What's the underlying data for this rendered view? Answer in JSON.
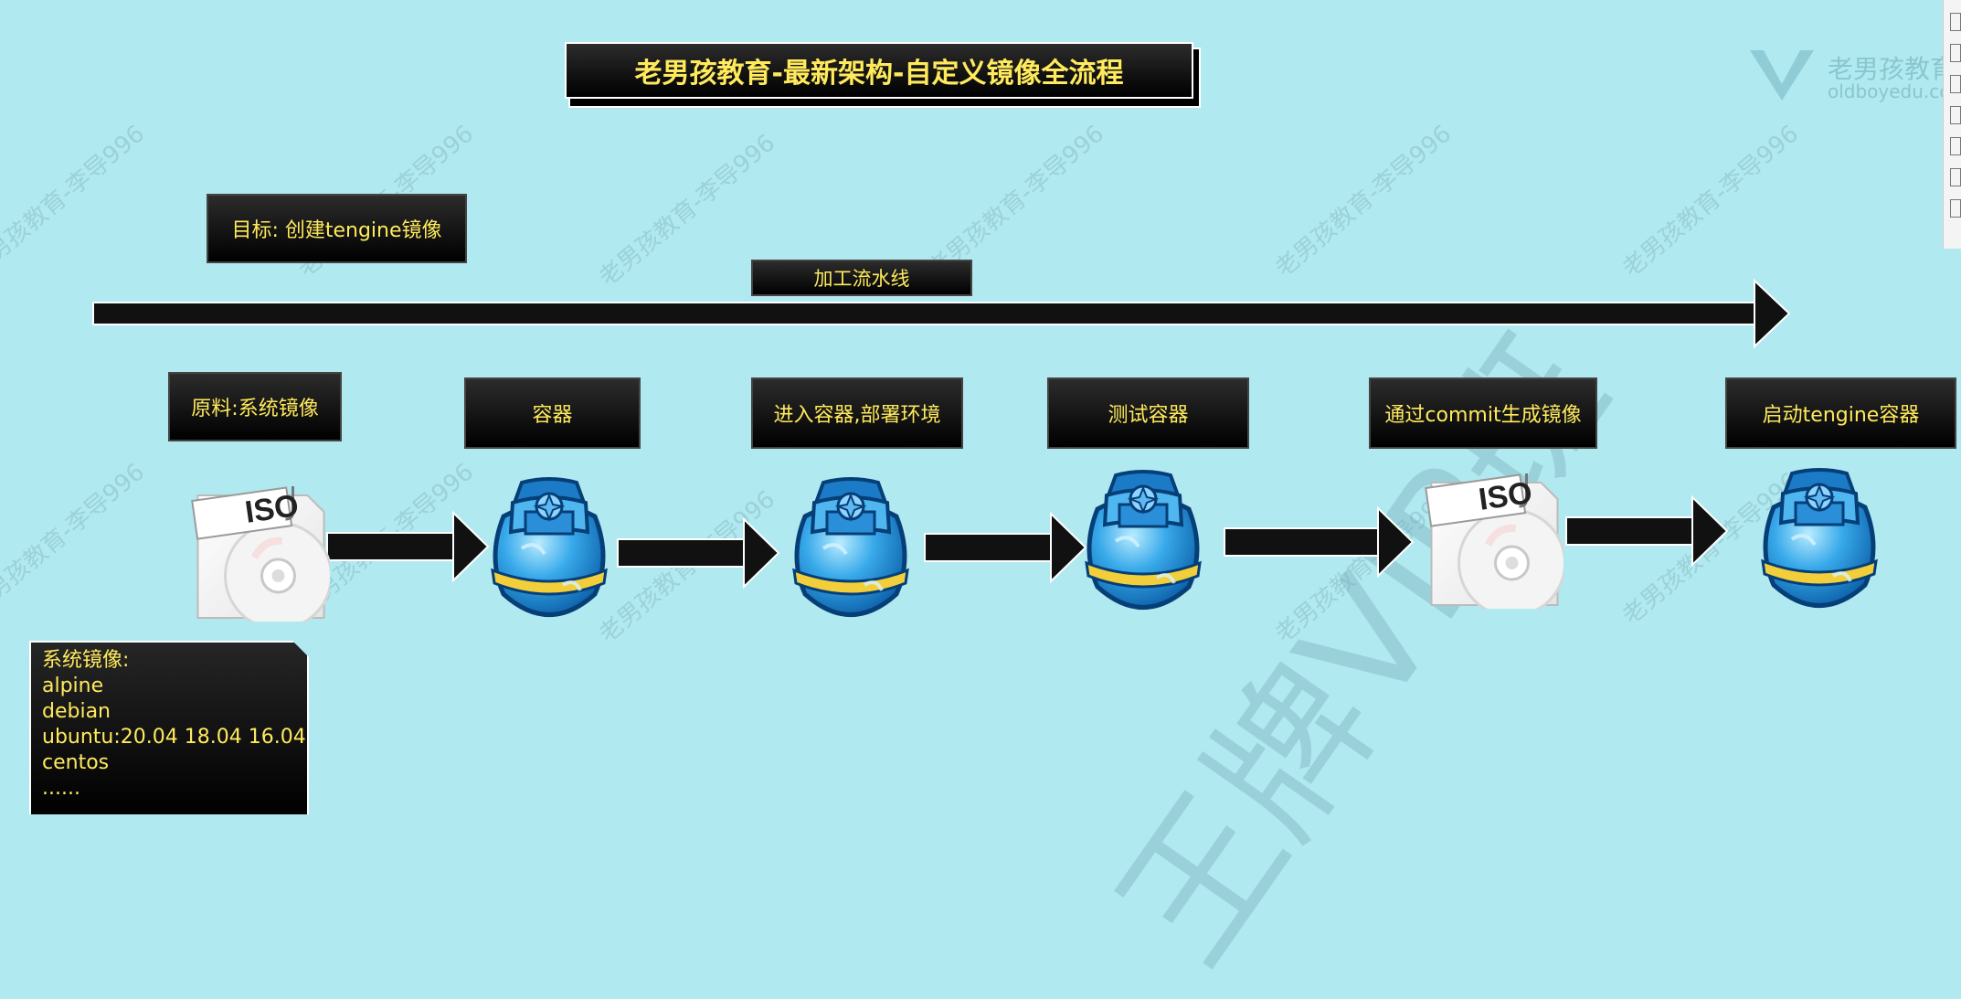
{
  "title": "老男孩教育-最新架构-自定义镜像全流程",
  "goal": "目标: 创建tengine镜像",
  "pipeline": "加工流水线",
  "steps": [
    {
      "label": "原料:系统镜像",
      "icon": "iso-disc-icon"
    },
    {
      "label": "容器",
      "icon": "container-icon"
    },
    {
      "label": "进入容器,部署环境",
      "icon": "container-icon"
    },
    {
      "label": "测试容器",
      "icon": "container-icon"
    },
    {
      "label": "通过commit生成镜像",
      "icon": "iso-disc-icon"
    },
    {
      "label": "启动tengine容器",
      "icon": "container-icon"
    }
  ],
  "iso_label": "ISO",
  "note": {
    "heading": "系统镜像:",
    "lines": [
      "alpine",
      "debian",
      "ubuntu:20.04 18.04 16.04",
      "centos",
      "......"
    ]
  },
  "watermark": {
    "brand": "老男孩教育",
    "site": "oldboyedu.com",
    "tag": "老男孩教育-李导996",
    "big": "王牌VIP班"
  },
  "colors": {
    "background": "#b1e9f0",
    "label_text": "#ffea5c",
    "box": "#000000"
  }
}
